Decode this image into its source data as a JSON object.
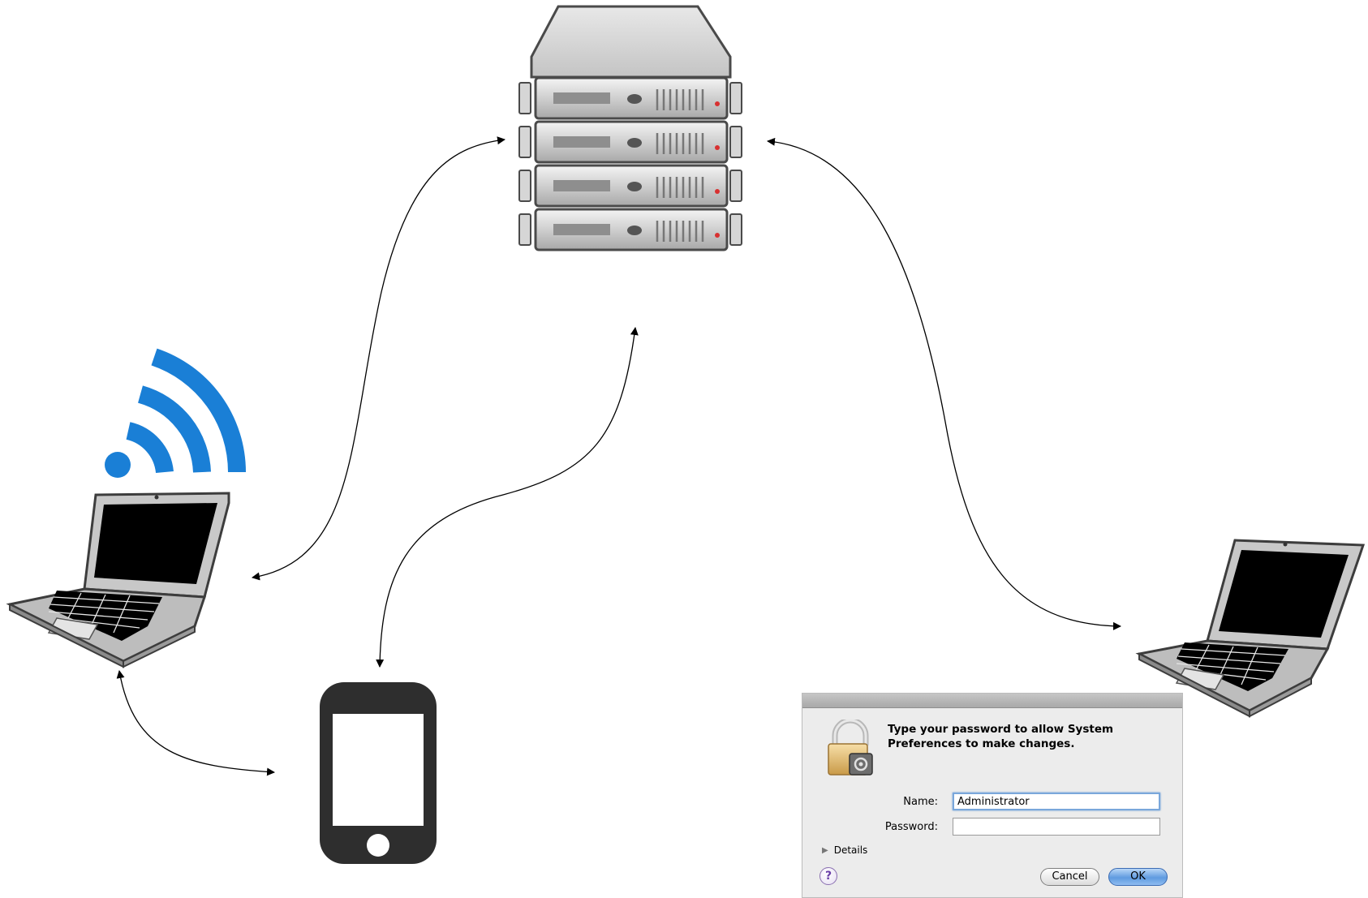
{
  "diagram": {
    "nodes": [
      {
        "id": "server",
        "icon": "server-rack-icon"
      },
      {
        "id": "wifi-laptop",
        "icon": "laptop-icon",
        "badge_icon": "wifi-icon",
        "badge_color": "#1a7fd6"
      },
      {
        "id": "smartphone",
        "icon": "smartphone-icon"
      },
      {
        "id": "remote-laptop",
        "icon": "laptop-icon"
      }
    ],
    "edges": [
      {
        "from": "wifi-laptop",
        "to": "server",
        "bidirectional": true
      },
      {
        "from": "smartphone",
        "to": "server",
        "bidirectional": true
      },
      {
        "from": "remote-laptop",
        "to": "server",
        "bidirectional": true
      },
      {
        "from": "wifi-laptop",
        "to": "smartphone",
        "bidirectional": true
      }
    ]
  },
  "dialog": {
    "icon": "lock-icon",
    "message_line1": "Type your password to allow System",
    "message_line2": "Preferences to make changes.",
    "name_label": "Name:",
    "name_value": "Administrator",
    "password_label": "Password:",
    "password_value": "",
    "details_label": "Details",
    "help_label": "?",
    "cancel_label": "Cancel",
    "ok_label": "OK",
    "accent_color": "#5f9be0"
  }
}
